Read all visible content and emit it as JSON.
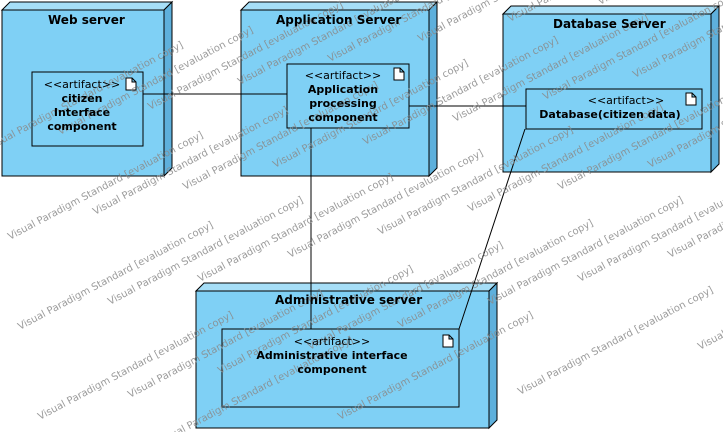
{
  "colors": {
    "node_front": "#7fd0f5",
    "node_side": "#5eb0dc",
    "node_top": "#a6def7",
    "outline": "#000000",
    "watermark": "#8a8a8a"
  },
  "watermark_text": "Visual Paradigm Standard [evaluation copy]",
  "nodes": {
    "web": {
      "title": "Web server",
      "artifact_stereotype": "<<artifact>>",
      "artifact_name": "citizen Interface component"
    },
    "app": {
      "title": "Application Server",
      "artifact_stereotype": "<<artifact>>",
      "artifact_name": "Application processing component"
    },
    "db": {
      "title": "Database Server",
      "artifact_stereotype": "<<artifact>>",
      "artifact_name": "Database(citizen data)"
    },
    "admin": {
      "title": "Administrative server",
      "artifact_stereotype": "<<artifact>>",
      "artifact_name": "Administrative interface component"
    }
  },
  "icons": {
    "artifact": "document-icon"
  }
}
